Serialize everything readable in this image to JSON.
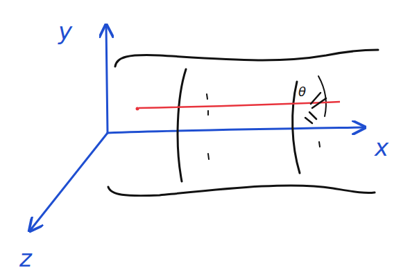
{
  "diagram": {
    "labels": [
      "y",
      "θ",
      "x",
      "z"
    ]
  }
}
